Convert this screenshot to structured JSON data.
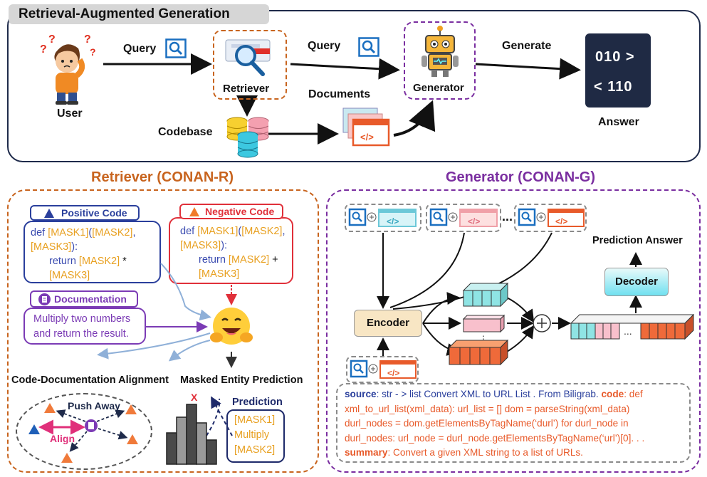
{
  "colors": {
    "navy": "#1e2a4a",
    "orange": "#c8641e",
    "purple": "#7a2ea0",
    "blue_box": "#2a3f9c",
    "red_box": "#e0303a",
    "mask_orange": "#e8a020",
    "mask_blue": "#3a4bb0",
    "doc_purple": "#7b3bb5",
    "gray_dash": "#8a8a8a"
  },
  "top": {
    "title": "Retrieval-Augmented Generation",
    "user_label": "User",
    "query_label_1": "Query",
    "retriever_label": "Retriever",
    "query_label_2": "Query",
    "generator_label": "Generator",
    "generate_label": "Generate",
    "answer_line1": "010 >",
    "answer_line2": "< 110",
    "answer_label": "Answer",
    "documents_label": "Documents",
    "codebase_label": "Codebase",
    "doc_icon_text": "</>"
  },
  "retriever": {
    "title": "Retriever (CONAN-R)",
    "positive": {
      "header": "Positive Code",
      "line1_a": "def ",
      "line1_b": "[MASK1]",
      "line1_c": "(",
      "line1_d": "[MASK2]",
      "line1_e": ",",
      "line2_a": "[MASK3]",
      "line2_b": "):",
      "line3_a": "return ",
      "line3_b": "[MASK2]",
      "line3_c": " *",
      "line4": "[MASK3]"
    },
    "negative": {
      "header": "Negative Code",
      "line1_a": "def ",
      "line1_b": "[MASK1]",
      "line1_c": "(",
      "line1_d": "[MASK2]",
      "line1_e": ",",
      "line2_a": "[MASK3]",
      "line2_b": "):",
      "line3_a": "return ",
      "line3_b": "[MASK2]",
      "line3_c": " +",
      "line4": "[MASK3]"
    },
    "documentation_header": "Documentation",
    "documentation_text1": "Multiply two numbers",
    "documentation_text2": "and return the result.",
    "alignment_label": "Code-Documentation Alignment",
    "masked_label": "Masked Entity Prediction",
    "push_away": "Push Away",
    "align": "Align",
    "x_mark": "X",
    "prediction_header": "Prediction",
    "prediction_items": [
      "[MASK1]",
      "Multiply",
      "[MASK2]"
    ]
  },
  "generator": {
    "title": "Generator (CONAN-G)",
    "encoder": "Encoder",
    "decoder": "Decoder",
    "prediction_answer": "Prediction Answer",
    "ellipsis": "...",
    "plus": "⊕",
    "code_icon": "</>",
    "source_label": "source",
    "source_text": ": str - > list Convert XML to URL List . From Biligrab. ",
    "code_label": "code",
    "code_text_1": ": def",
    "code_line2": "xml_to_url_list(xml_data): url_list = [] dom = parseString(xml_data)",
    "code_line3": "durl_nodes = dom.getElementsByTagName(‘durl’) for durl_node in",
    "code_line4": "durl_nodes: url_node = durl_node.getElementsByTagName(‘url’)[0]. . .",
    "summary_label": "summary",
    "summary_text": ": Convert a given XML string to a list of URLs."
  }
}
